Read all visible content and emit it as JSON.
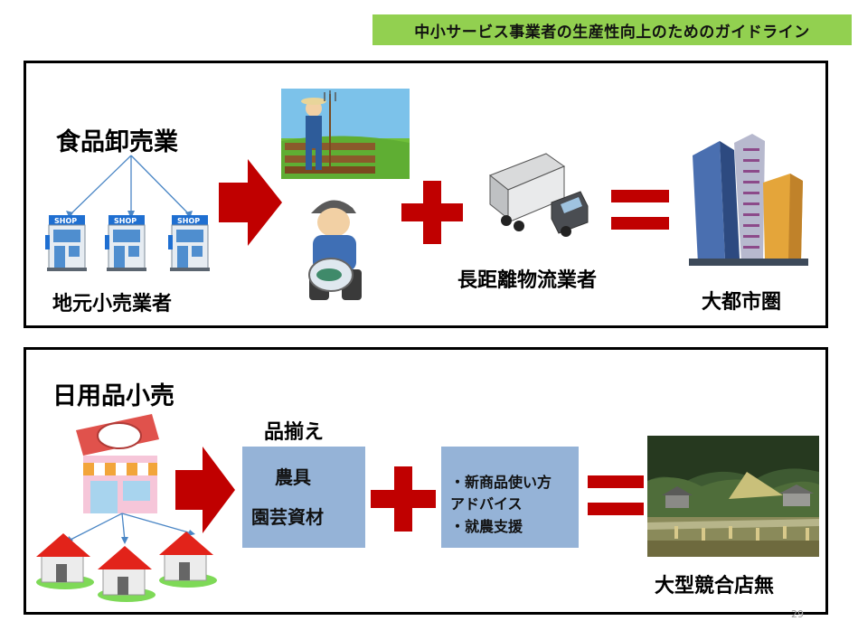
{
  "header": {
    "title": "中小サービス事業者の生産性向上のためのガイドライン"
  },
  "top_panel": {
    "heading": "食品卸売業",
    "shop_sign": "SHOP",
    "retailers_label": "地元小売業者",
    "logistics_label": "長距離物流業者",
    "result_label": "大都市圏"
  },
  "bottom_panel": {
    "heading": "日用品小売",
    "assortment_title": "品揃え",
    "assortment_items": [
      "農具",
      "園芸資材"
    ],
    "services_items": [
      "・新商品使い方",
      "アドバイス",
      "・就農支援"
    ],
    "result_label": "大型競合店無"
  },
  "colors": {
    "header_bg": "#92d050",
    "arrow": "#c00000",
    "box_bg": "#95b3d7",
    "branch_line": "#4a86c5"
  },
  "page_number": "29"
}
